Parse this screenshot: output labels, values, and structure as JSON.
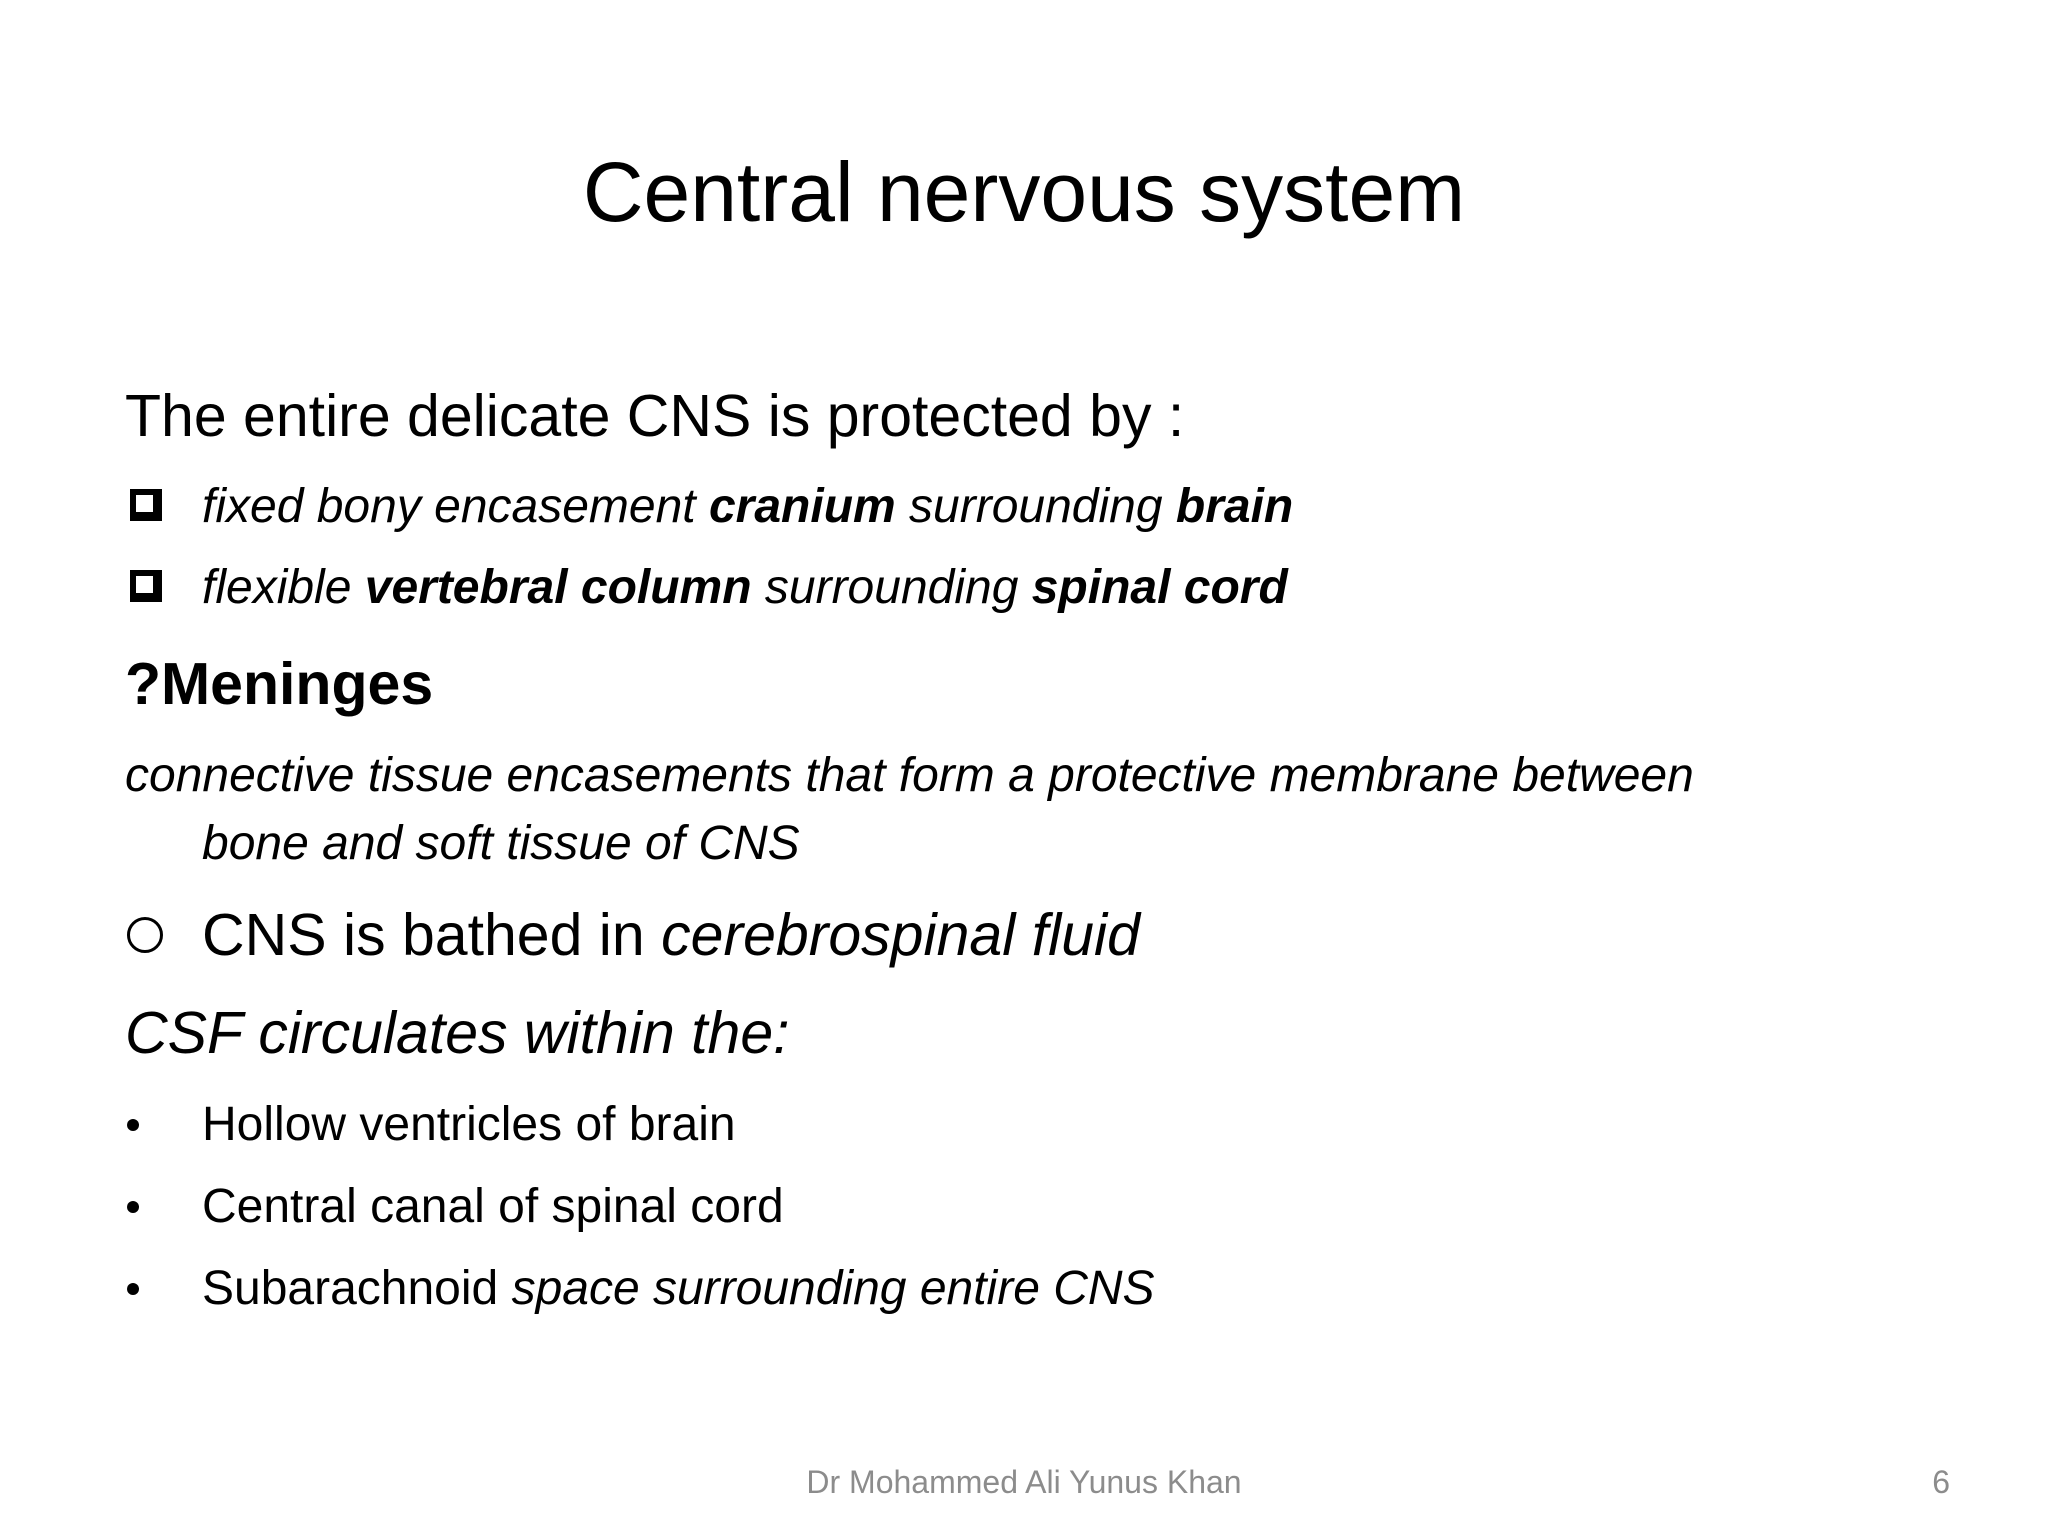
{
  "slide": {
    "title": "Central nervous system",
    "intro": "The entire delicate CNS is protected by :",
    "protection_items": [
      {
        "p1": "fixed bony encasement ",
        "b1": "cranium",
        "p2": " surrounding ",
        "b2": "brain"
      },
      {
        "p1": "flexible ",
        "b1": "vertebral column",
        "p2": " surrounding ",
        "b2": "spinal cord"
      }
    ],
    "meninges_heading": "?Meninges",
    "meninges_desc_line1": "connective tissue encasements that form a protective membrane between",
    "meninges_desc_line2": "bone and soft tissue of CNS",
    "csf_statement": {
      "plain": "CNS is bathed in ",
      "italic": "cerebrospinal fluid"
    },
    "csf_heading": "CSF circulates within the:",
    "csf_items": [
      {
        "plain": "Hollow ventricles of brain",
        "italic": ""
      },
      {
        "plain": "Central canal of spinal cord",
        "italic": ""
      },
      {
        "plain": "Subarachnoid ",
        "italic": "space surrounding entire CNS"
      }
    ],
    "footer": "Dr Mohammed Ali Yunus Khan",
    "page_number": "6"
  }
}
